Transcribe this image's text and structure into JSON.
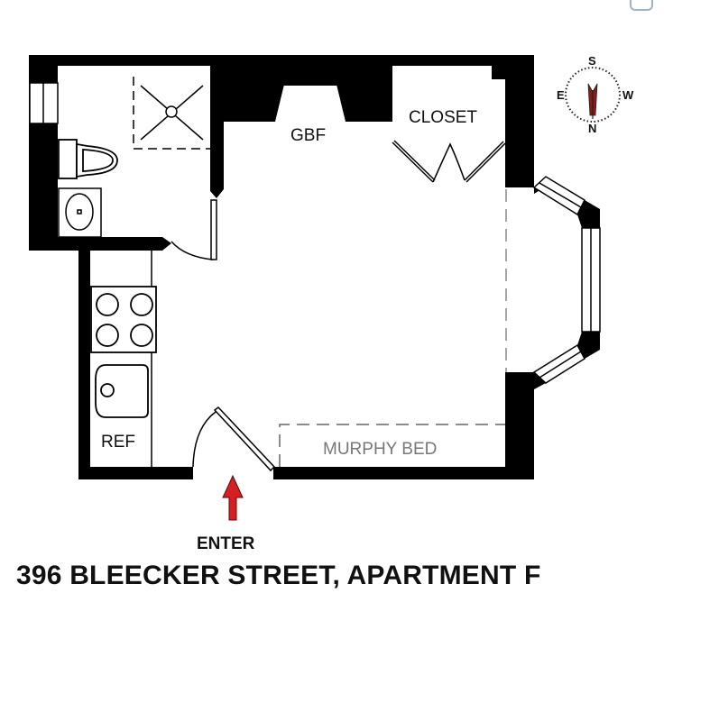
{
  "floorplan": {
    "title": "396 BLEECKER STREET, APARTMENT F",
    "entrance_label": "ENTER",
    "rooms": {
      "gbf": "GBF",
      "closet": "CLOSET",
      "ref": "REF",
      "murphy_bed": "MURPHY BED"
    },
    "compass": {
      "north": "N",
      "south": "S",
      "east": "E",
      "west": "W"
    },
    "fixtures": [
      "shower",
      "toilet",
      "bathroom-sink",
      "stove",
      "kitchen-sink",
      "refrigerator",
      "murphy-bed",
      "bay-window",
      "side-window"
    ],
    "colors": {
      "wall": "#000000",
      "background": "#ffffff",
      "arrow": "#d42020",
      "compass_needle": "#8b1a1a",
      "label": "#111111",
      "fixture_label": "#777777"
    }
  }
}
